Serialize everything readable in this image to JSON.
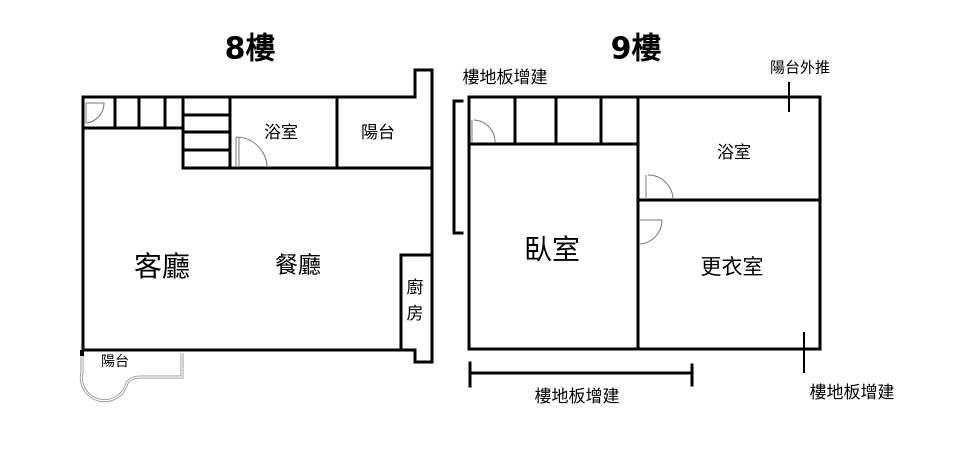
{
  "floor8": {
    "title": "8樓",
    "rooms": {
      "bathroom": "浴室",
      "balcony_top": "陽台",
      "living_room": "客廳",
      "dining_room": "餐廳",
      "kitchen_line1": "廚",
      "kitchen_line2": "房",
      "balcony_bottom": "陽台"
    }
  },
  "floor9": {
    "title": "9樓",
    "rooms": {
      "bathroom": "浴室",
      "bedroom": "臥室",
      "closet": "更衣室"
    },
    "annotations": {
      "floor_extension_top": "樓地板增建",
      "balcony_pushed_out": "陽台外推",
      "floor_extension_bottom": "樓地板增建",
      "floor_extension_right": "樓地板增建"
    }
  }
}
